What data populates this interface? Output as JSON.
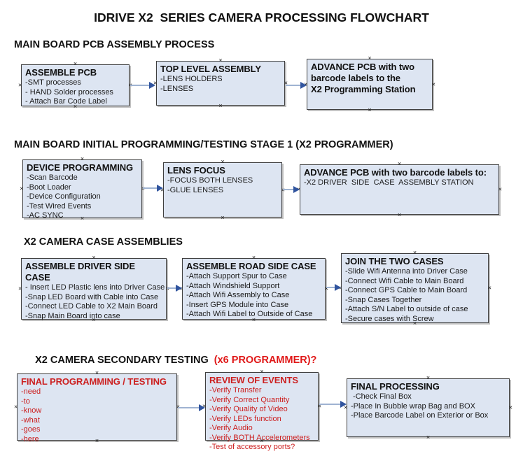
{
  "title": "IDRIVE X2  SERIES CAMERA PROCESSING FLOWCHART",
  "colors": {
    "box_fill": "#dde5f2",
    "box_border": "#3f3f3f",
    "arrow_line": "#9fb3d2",
    "arrow_head": "#30549e",
    "red": "#cc1f1f",
    "heading_red": "#e01818"
  },
  "icons": {
    "connection_marker": "×"
  },
  "sections": [
    {
      "heading": "MAIN BOARD PCB ASSEMBLY PROCESS",
      "boxes": [
        {
          "title": "ASSEMBLE PCB",
          "items": [
            "-SMT processes",
            "- HAND Solder processes",
            "- Attach Bar Code Label"
          ]
        },
        {
          "title": "TOP LEVEL ASSEMBLY",
          "items": [
            "-LENS HOLDERS",
            "-LENSES"
          ]
        },
        {
          "title": "ADVANCE PCB with two\nbarcode labels to the\n X2 Programming Station",
          "items": []
        }
      ]
    },
    {
      "heading": "MAIN BOARD INITIAL PROGRAMMING/TESTING STAGE 1 (X2 PROGRAMMER)",
      "boxes": [
        {
          "title": "DEVICE PROGRAMMING",
          "items": [
            "-Scan Barcode",
            "-Boot Loader",
            "-Device Configuration",
            "-Test Wired Events",
            "-AC SYNC"
          ]
        },
        {
          "title": "LENS FOCUS",
          "items": [
            "-FOCUS BOTH LENSES",
            "-GLUE LENSES"
          ]
        },
        {
          "title": "ADVANCE PCB with two barcode labels to:",
          "items": [
            "-X2 DRIVER  SIDE  CASE  ASSEMBLY STATION"
          ]
        }
      ]
    },
    {
      "heading": "X2 CAMERA CASE ASSEMBLIES",
      "boxes": [
        {
          "title": "ASSEMBLE DRIVER SIDE CASE",
          "items": [
            "- Insert LED Plastic lens into Driver Case",
            "-Snap LED Board with Cable into Case",
            "-Connect LED Cable to X2 Main Board",
            "-Snap Main Board into case"
          ]
        },
        {
          "title": "ASSEMBLE ROAD SIDE CASE",
          "items": [
            "-Attach Support Spur to Case",
            "-Attach Windshield Support",
            "-Attach Wifi Assembly to Case",
            "-Insert GPS Module into Case",
            "-Attach Wifi Label to Outside of Case"
          ]
        },
        {
          "title": "JOIN THE TWO CASES",
          "items": [
            "-Slide Wifi Antenna into Driver Case",
            "-Connect Wifi Cable to Main Board",
            "-Connect GPS Cable to Main Board",
            "-Snap Cases Together",
            "-Attach S/N Label to outside of case",
            "-Secure cases with Screw"
          ]
        }
      ]
    },
    {
      "heading": "X2 CAMERA SECONDARY TESTING ",
      "heading_red": " (x6 PROGRAMMER)?",
      "boxes": [
        {
          "title": "FINAL PROGRAMMING / TESTING",
          "items": [
            "-need",
            "-to",
            "-know",
            "-what",
            "-goes",
            "-here"
          ]
        },
        {
          "title": "REVIEW OF EVENTS",
          "items": [
            "-Verify Transfer",
            "-Verify Correct Quantity",
            "-Verify Quality of Video",
            "-Verify LEDs function",
            "-Verify Audio",
            "-Verify BOTH Accelerometers",
            "-Test of accessory ports?"
          ]
        },
        {
          "title": "FINAL PROCESSING",
          "items": [
            " -Check Final Box",
            "-Place In Bubble wrap Bag and BOX",
            "-Place Barcode Label on Exterior or Box"
          ]
        }
      ]
    }
  ]
}
